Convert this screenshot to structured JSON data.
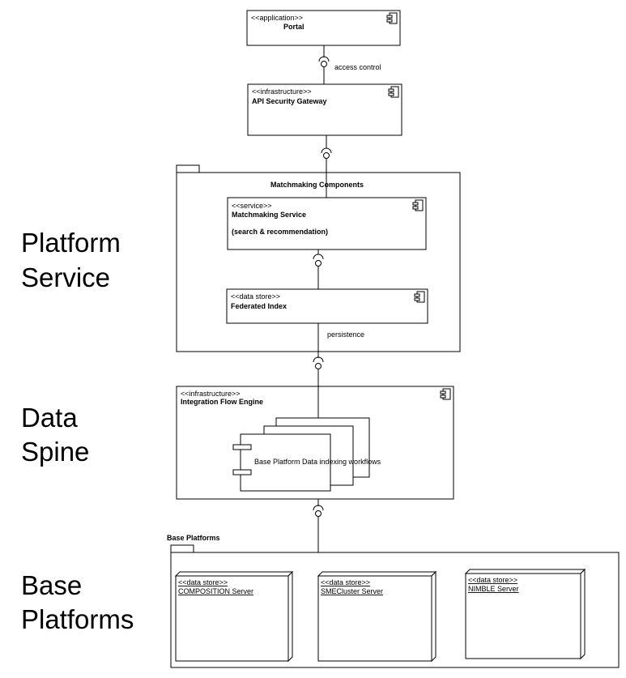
{
  "layers": {
    "platform_service": [
      "Platform",
      "Service"
    ],
    "data_spine": [
      "Data",
      "Spine"
    ],
    "base_platforms": [
      "Base",
      "Platforms"
    ]
  },
  "portal": {
    "stereotype": "<<application>>",
    "name": "Portal"
  },
  "access_control": "access control",
  "gateway": {
    "stereotype": "<<infrastructure>>",
    "name": "API Security Gateway"
  },
  "matchmaking_package": {
    "title": "Matchmaking  Components"
  },
  "matchmaking_service": {
    "stereotype": "<<service>>",
    "name": "Matchmaking Service",
    "subtitle": "(search & recommendation)"
  },
  "federated_index": {
    "stereotype": "<<data store>>",
    "name": "Federated Index"
  },
  "persistence": "persistence",
  "integration_engine": {
    "stereotype": "<<infrastructure>>",
    "name": "Integration Flow Engine"
  },
  "workflows": "Base Platform Data indexing workflows",
  "base_package": {
    "title": "Base Platforms"
  },
  "nodes": [
    {
      "stereotype": "<<data store>>",
      "name": "COMPOSITION Server"
    },
    {
      "stereotype": "<<data store>>",
      "name": "SMECluster Server"
    },
    {
      "stereotype": "<<data store>>",
      "name": "NIMBLE Server"
    }
  ]
}
